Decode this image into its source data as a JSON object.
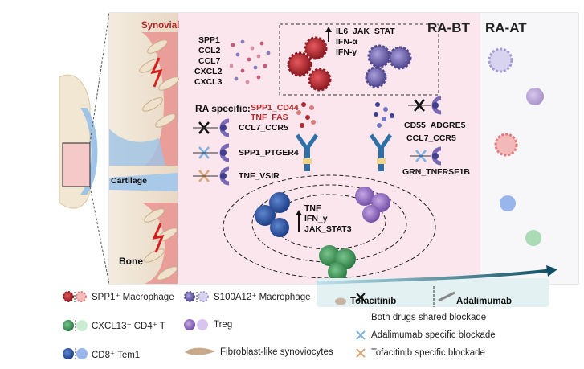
{
  "labels": {
    "synovial": "Synovial",
    "cartilage": "Cartilage",
    "bone": "Bone",
    "ra_bt": "RA-BT",
    "ra_at": "RA-AT",
    "ra_specific": "RA specific:"
  },
  "chemokines": [
    "SPP1",
    "CCL2",
    "CCL7",
    "CXCL2",
    "CXCL3"
  ],
  "macrophage_box_genes": [
    "IL6_JAK_STAT",
    "IFN-α",
    "IFN-γ"
  ],
  "ra_specific_genes": [
    "SPP1_CD44",
    "TNF_FAS"
  ],
  "left_interactions": [
    "CCL7_CCR5",
    "SPP1_PTGER4",
    "TNF_VSIR"
  ],
  "right_interactions": [
    "CD55_ADGRE5",
    "CCL7_CCR5",
    "GRN_TNFRSF1B"
  ],
  "center_genes": [
    "TNF",
    "IFN_γ",
    "JAK_STAT3"
  ],
  "drugs": {
    "tofacitinib": "Tofacitinib",
    "adalimumab": "Adalimumab"
  },
  "legend": {
    "spp1_macrophage": "SPP1⁺ Macrophage",
    "s100a12_macrophage": "S100A12⁺ Macrophage",
    "cxcl13_cd4_t": "CXCL13⁺ CD4⁺ T",
    "treg": "Treg",
    "cd8_tem1": "CD8⁺ Tem1",
    "fibroblast": "Fibroblast-like synoviocytes",
    "both_blockade": "Both drugs shared blockade",
    "adalimumab_blockade": "Adalimumab specific blockade",
    "tofacitinib_blockade": "Tofacitinib specific blockade"
  },
  "colors": {
    "spp1_red": "#b3262e",
    "s100a12_purple": "#6d5fa8",
    "cd4_green": "#3f9a57",
    "treg_purple": "#8a67b5",
    "cd8_blue": "#2e5aa8",
    "adalimumab_x": "#7fb2e0",
    "tofacitinib_x": "#d9a77b",
    "both_x": "#111111",
    "ra_bt_bg": "#fbe6ee"
  }
}
